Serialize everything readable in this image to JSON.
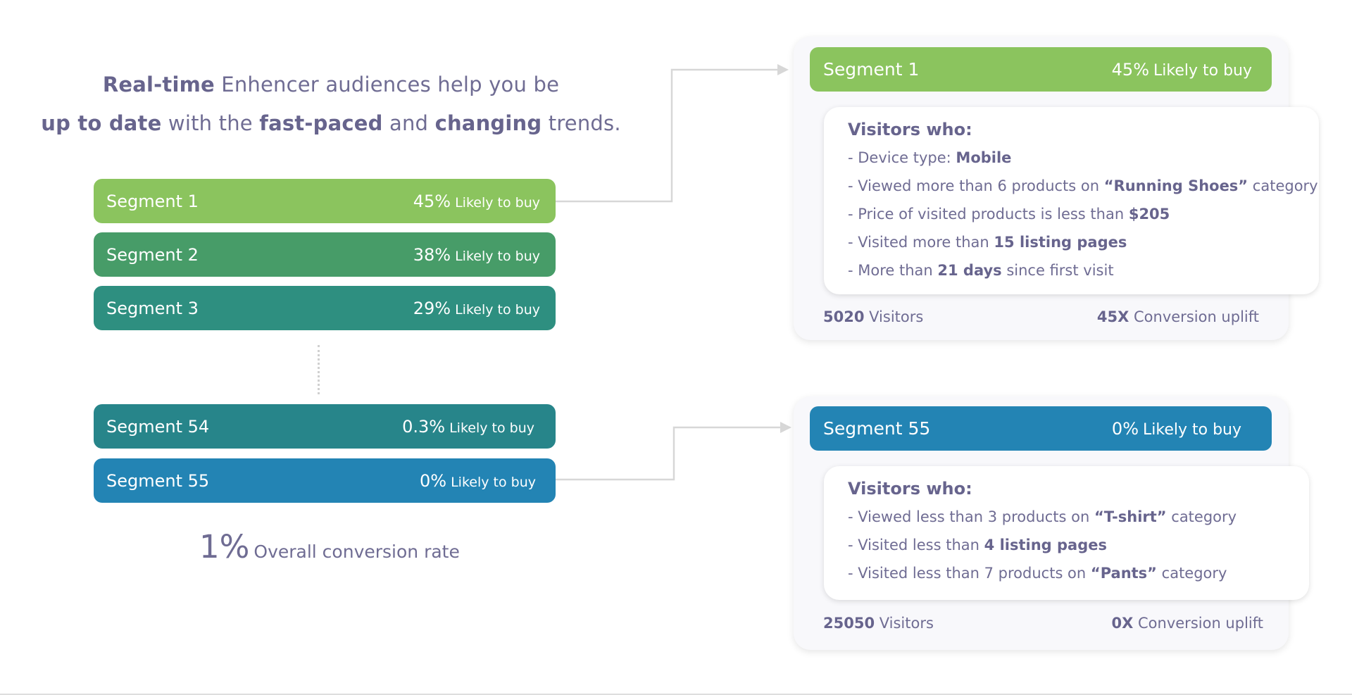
{
  "headline": {
    "line1": [
      {
        "t": "Real-time",
        "b": true
      },
      {
        "t": " Enhencer audiences help you be",
        "b": false
      }
    ],
    "line2": [
      {
        "t": "up to date",
        "b": true
      },
      {
        "t": " with the ",
        "b": false
      },
      {
        "t": "fast-paced",
        "b": true
      },
      {
        "t": " and ",
        "b": false
      },
      {
        "t": "changing",
        "b": true
      },
      {
        "t": " trends.",
        "b": false
      }
    ]
  },
  "likely_label": "Likely to buy",
  "segments": [
    {
      "name": "Segment 1",
      "pct": "45%",
      "color": "#8bc45e"
    },
    {
      "name": "Segment 2",
      "pct": "38%",
      "color": "#479c68"
    },
    {
      "name": "Segment 3",
      "pct": "29%",
      "color": "#2e8f80"
    },
    {
      "name": "Segment 54",
      "pct": "0.3%",
      "color": "#27858a"
    },
    {
      "name": "Segment 55",
      "pct": "0%",
      "color": "#2384b4"
    }
  ],
  "overall": {
    "value": "1%",
    "label": "Overall conversion rate"
  },
  "cards": [
    {
      "name": "Segment 1",
      "pct": "45%",
      "color": "#8bc45e",
      "visitors_title": "Visitors who:",
      "criteria": [
        [
          {
            "t": "- Device type: ",
            "b": false
          },
          {
            "t": "Mobile",
            "b": true
          }
        ],
        [
          {
            "t": "- Viewed more than 6 products on ",
            "b": false
          },
          {
            "t": "“Running Shoes”",
            "b": true
          },
          {
            "t": " category",
            "b": false
          }
        ],
        [
          {
            "t": "- Price of visited products is less than ",
            "b": false
          },
          {
            "t": "$205",
            "b": true
          }
        ],
        [
          {
            "t": "- Visited more than ",
            "b": false
          },
          {
            "t": "15 listing pages",
            "b": true
          }
        ],
        [
          {
            "t": "- More than ",
            "b": false
          },
          {
            "t": "21 days",
            "b": true
          },
          {
            "t": " since first visit",
            "b": false
          }
        ]
      ],
      "visitors_count": "5020",
      "visitors_label": "Visitors",
      "uplift_value": "45X",
      "uplift_label": "Conversion uplift"
    },
    {
      "name": "Segment 55",
      "pct": "0%",
      "color": "#2384b4",
      "visitors_title": "Visitors who:",
      "criteria": [
        [
          {
            "t": "- Viewed less than 3 products on ",
            "b": false
          },
          {
            "t": "“T-shirt”",
            "b": true
          },
          {
            "t": " category",
            "b": false
          }
        ],
        [
          {
            "t": "- Visited less  than ",
            "b": false
          },
          {
            "t": "4 listing pages",
            "b": true
          }
        ],
        [
          {
            "t": "- Visited less than 7 products on ",
            "b": false
          },
          {
            "t": "“Pants”",
            "b": true
          },
          {
            "t": " category",
            "b": false
          }
        ]
      ],
      "visitors_count": "25050",
      "visitors_label": "Visitors",
      "uplift_value": "0X",
      "uplift_label": "Conversion uplift"
    }
  ]
}
